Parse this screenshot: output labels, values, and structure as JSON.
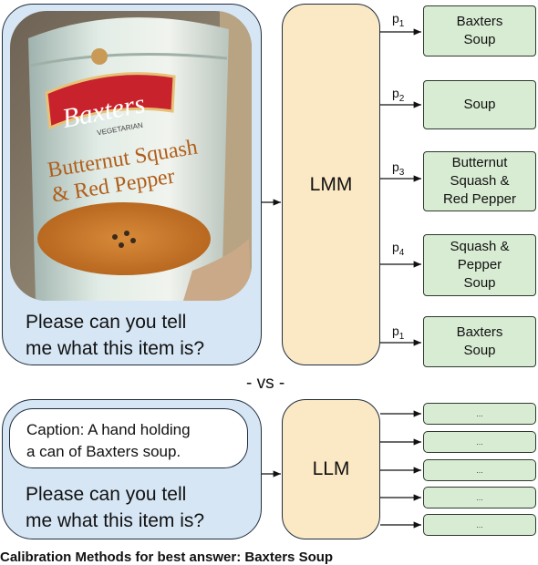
{
  "top": {
    "question_line1": "Please can you tell",
    "question_line2": "me what this item is?",
    "model_label": "LMM",
    "photo": {
      "brand": "Baxters",
      "variety": "VEGETARIAN",
      "flavor_line1": "Butternut Squash",
      "flavor_line2": "& Red Pepper"
    },
    "outputs": [
      {
        "prob": "p",
        "sub": "1",
        "lines": [
          "Baxters",
          "Soup"
        ]
      },
      {
        "prob": "p",
        "sub": "2",
        "lines": [
          "Soup"
        ]
      },
      {
        "prob": "p",
        "sub": "3",
        "lines": [
          "Butternut",
          "Squash &",
          "Red Pepper"
        ]
      },
      {
        "prob": "p",
        "sub": "4",
        "lines": [
          "Squash &",
          "Pepper",
          "Soup"
        ]
      },
      {
        "prob": "p",
        "sub": "1",
        "lines": [
          "Baxters",
          "Soup"
        ]
      }
    ]
  },
  "vs_label": "- vs -",
  "bottom": {
    "caption_line1": "Caption: A hand holding",
    "caption_line2": "a can of Baxters soup.",
    "question_line1": "Please can you tell",
    "question_line2": "me what this item is?",
    "model_label": "LLM",
    "outputs": [
      "...",
      "...",
      "...",
      "...",
      "..."
    ]
  },
  "footer": "Calibration Methods for best answer: Baxters Soup",
  "colors": {
    "panel_blue": "#d6e6f5",
    "model_yellow": "#fbe8c4",
    "output_green": "#d8ecd3",
    "can_red": "#c8232c"
  }
}
